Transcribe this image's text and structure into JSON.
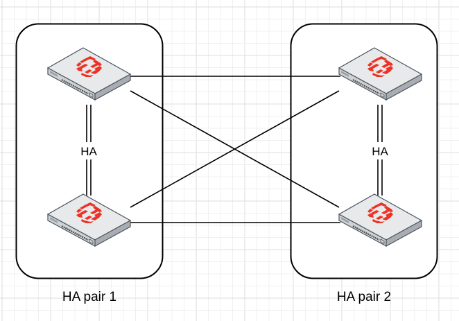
{
  "diagram": {
    "groups": [
      {
        "id": "pair1",
        "label": "HA pair 1"
      },
      {
        "id": "pair2",
        "label": "HA pair 2"
      }
    ],
    "devices": [
      {
        "id": "fw1a",
        "group": "pair1",
        "type": "firewall",
        "icon": "fortinet-firewall-icon"
      },
      {
        "id": "fw1b",
        "group": "pair1",
        "type": "firewall",
        "icon": "fortinet-firewall-icon"
      },
      {
        "id": "fw2a",
        "group": "pair2",
        "type": "firewall",
        "icon": "fortinet-firewall-icon"
      },
      {
        "id": "fw2b",
        "group": "pair2",
        "type": "firewall",
        "icon": "fortinet-firewall-icon"
      }
    ],
    "ha_links": [
      {
        "from": "fw1a",
        "to": "fw1b",
        "label": "HA"
      },
      {
        "from": "fw2a",
        "to": "fw2b",
        "label": "HA"
      }
    ],
    "links": [
      {
        "from": "fw1a",
        "to": "fw2a"
      },
      {
        "from": "fw1b",
        "to": "fw2b"
      },
      {
        "from": "fw1a",
        "to": "fw2b"
      },
      {
        "from": "fw1b",
        "to": "fw2a"
      }
    ],
    "colors": {
      "logo_red": "#ee3124",
      "device_top": "#e8e9ea",
      "device_side": "#b9bcbf",
      "device_outline": "#4a5560",
      "grid_minor": "#f0f0f0",
      "grid_major": "#dedede"
    }
  }
}
